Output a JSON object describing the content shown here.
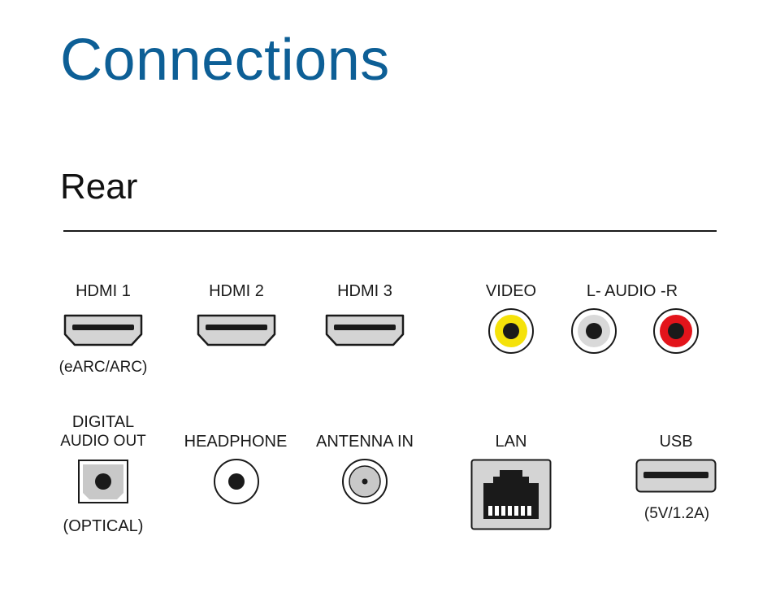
{
  "title": "Connections",
  "section": "Rear",
  "ports": {
    "hdmi1": {
      "label": "HDMI 1",
      "note": "(eARC/ARC)"
    },
    "hdmi2": {
      "label": "HDMI 2"
    },
    "hdmi3": {
      "label": "HDMI 3"
    },
    "video": {
      "label": "VIDEO",
      "color": "#f5e20a"
    },
    "audio": {
      "label": "L- AUDIO -R",
      "left_color": "#d9d9d9",
      "right_color": "#e3141b"
    },
    "optical": {
      "label_line1": "DIGITAL",
      "label_line2": "AUDIO OUT",
      "note": "(OPTICAL)"
    },
    "headphone": {
      "label": "HEADPHONE"
    },
    "antenna": {
      "label": "ANTENNA IN"
    },
    "lan": {
      "label": "LAN"
    },
    "usb": {
      "label": "USB",
      "note": "(5V/1.2A)"
    }
  },
  "colors": {
    "title": "#0d5f96",
    "port_fill": "#d4d4d4",
    "port_outline": "#1a1a1a"
  }
}
